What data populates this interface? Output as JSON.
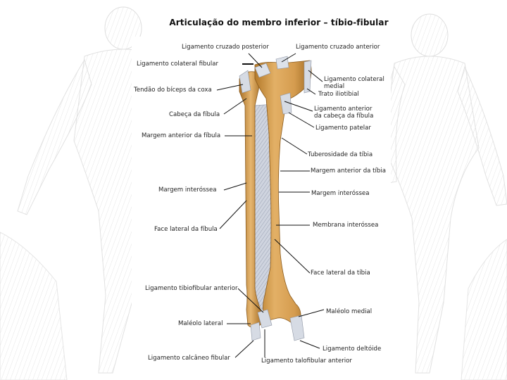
{
  "title": "Articulação do membro inferior – tíbio-fibular",
  "labels": {
    "lig_cruzado_posterior": "Ligamento cruzado posterior",
    "lig_cruzado_anterior": "Ligamento cruzado anterior",
    "lig_colateral_fibular": "Ligamento colateral fibular",
    "lig_colateral_medial": "Ligamento colateral\nmedial",
    "tendao_biceps": "Tendão do bíceps da coxa",
    "trato_iliotibial": "Trato iliotibial",
    "lig_anterior_cabeca_fibula": "Ligamento anterior\nda cabeça da fíbula",
    "cabeca_fibula": "Cabeça da fíbula",
    "lig_patelar": "Ligamento patelar",
    "margem_anterior_fibula": "Margem anterior da fíbula",
    "tuberosidade_tibia": "Tuberosidade da tíbia",
    "margem_anterior_tibia": "Margem anterior da tíbia",
    "margem_interossea_fibula": "Margem interóssea",
    "margem_interossea_tibia": "Margem interóssea",
    "membrana_interossea": "Membrana interóssea",
    "face_lateral_fibula": "Face lateral da fíbula",
    "face_lateral_tibia": "Face lateral da tíbia",
    "lig_tibiofibular_anterior": "Ligamento tibiofibular anterior",
    "maleolo_medial": "Maléolo medial",
    "maleolo_lateral": "Maléolo lateral",
    "lig_deltoide": "Ligamento deltóide",
    "lig_calcaneo_fibular": "Ligamento calcâneo fibular",
    "lig_talofibular_anterior": "Ligamento talofibular anterior"
  },
  "colors": {
    "bone": "#d9a45a",
    "bone_shadow": "#b9822f",
    "bone_highlight": "#f1c98a",
    "ligament": "#d8dde6",
    "membrane": "#c9ced9",
    "background_figure": "#bdbdbd"
  }
}
